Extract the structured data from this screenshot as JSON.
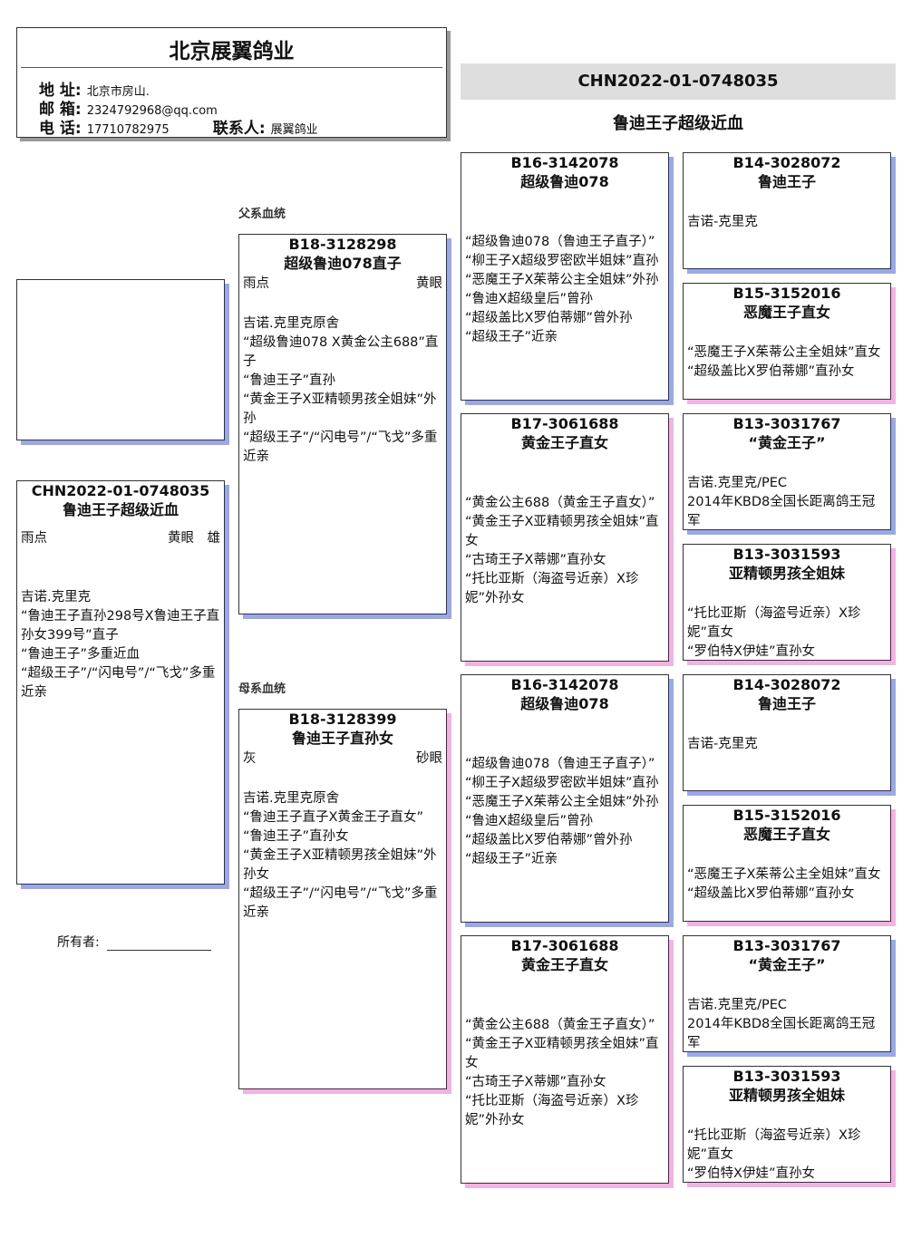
{
  "header": {
    "company": "北京展翼鸽业",
    "address_label": "地 址:",
    "address": "北京市房山.",
    "email_label": "邮 箱:",
    "email": "2324792968@qq.com",
    "phone_label": "电 话:",
    "phone": "17710782975",
    "contact_label": "联系人:",
    "contact": "展翼鸽业"
  },
  "pedigree_title": {
    "ring": "CHN2022-01-0748035",
    "name": "鲁迪王子超级近血"
  },
  "labels": {
    "sire_line": "父系血统",
    "dam_line": "母系血统",
    "owner": "所有者:"
  },
  "colors": {
    "male_shadow": "#9aa8e8",
    "female_shadow": "#f2b2e4"
  },
  "boxes": [
    {
      "key": "subject",
      "sex": "m",
      "id": "CHN2022-01-0748035",
      "name": "鲁迪王子超级近血",
      "attrs": [
        "雨点",
        "黄眼　雄"
      ],
      "notes": [
        "吉诺.克里克",
        "“鲁迪王子直孙298号X鲁迪王子直孙女399号”直子",
        "“鲁迪王子”多重近血",
        "“超级王子”/“闪电号”/“飞戈”多重近亲"
      ]
    },
    {
      "key": "sire",
      "sex": "m",
      "id": "B18-3128298",
      "name": "超级鲁迪078直子",
      "attrs": [
        "雨点",
        "黄眼"
      ],
      "notes": [
        "吉诺.克里克原舍",
        "“超级鲁迪078 X黄金公主688”直子",
        "“鲁迪王子”直孙",
        "“黄金王子X亚精顿男孩全姐妹”外孙",
        "“超级王子”/“闪电号”/“飞戈”多重近亲"
      ]
    },
    {
      "key": "dam",
      "sex": "f",
      "id": "B18-3128399",
      "name": "鲁迪王子直孙女",
      "attrs": [
        "灰",
        "砂眼"
      ],
      "notes": [
        "吉诺.克里克原舍",
        "“鲁迪王子直子X黄金王子直女”",
        "“鲁迪王子”直孙女",
        "“黄金王子X亚精顿男孩全姐妹”外孙女",
        "“超级王子”/“闪电号”/“飞戈”多重近亲"
      ]
    },
    {
      "key": "ss",
      "sex": "m",
      "id": "B16-3142078",
      "name": "超级鲁迪078",
      "notes": [
        "“超级鲁迪078（鲁迪王子直子）”",
        "“柳王子X超级罗密欧半姐妹”直孙",
        "“恶魔王子X茱蒂公主全姐妹”外孙",
        "“鲁迪X超级皇后”曾孙",
        "“超级盖比X罗伯蒂娜”曾外孙",
        "“超级王子”近亲"
      ]
    },
    {
      "key": "sd",
      "sex": "f",
      "id": "B17-3061688",
      "name": "黄金王子直女",
      "notes": [
        "“黄金公主688（黄金王子直女）”",
        "“黄金王子X亚精顿男孩全姐妹”直女",
        "“古琦王子X蒂娜”直孙女",
        "“托比亚斯（海盗号近亲）X珍妮”外孙女"
      ]
    },
    {
      "key": "ds",
      "sex": "m",
      "id": "B16-3142078",
      "name": "超级鲁迪078",
      "notes": [
        "“超级鲁迪078（鲁迪王子直子）”",
        "“柳王子X超级罗密欧半姐妹”直孙",
        "“恶魔王子X茱蒂公主全姐妹”外孙",
        "“鲁迪X超级皇后”曾孙",
        "“超级盖比X罗伯蒂娜”曾外孙",
        "“超级王子”近亲"
      ]
    },
    {
      "key": "dd",
      "sex": "f",
      "id": "B17-3061688",
      "name": "黄金王子直女",
      "notes": [
        "“黄金公主688（黄金王子直女）”",
        "“黄金王子X亚精顿男孩全姐妹”直女",
        "“古琦王子X蒂娜”直孙女",
        "“托比亚斯（海盗号近亲）X珍妮”外孙女"
      ]
    },
    {
      "key": "sss",
      "sex": "m",
      "id": "B14-3028072",
      "name": "鲁迪王子",
      "notes": [
        "吉诺-克里克"
      ]
    },
    {
      "key": "ssd",
      "sex": "f",
      "id": "B15-3152016",
      "name": "恶魔王子直女",
      "notes": [
        "“恶魔王子X茱蒂公主全姐妹”直女",
        "“超级盖比X罗伯蒂娜”直孙女"
      ]
    },
    {
      "key": "sds",
      "sex": "m",
      "id": "B13-3031767",
      "name": "“黄金王子”",
      "notes": [
        "吉诺.克里克/PEC",
        "2014年KBD8全国长距离鸽王冠军"
      ]
    },
    {
      "key": "sdd",
      "sex": "f",
      "id": "B13-3031593",
      "name": "亚精顿男孩全姐妹",
      "notes": [
        "“托比亚斯（海盗号近亲）X珍妮”直女",
        "“罗伯特X伊娃”直孙女"
      ]
    },
    {
      "key": "dss",
      "sex": "m",
      "id": "B14-3028072",
      "name": "鲁迪王子",
      "notes": [
        "吉诺-克里克"
      ]
    },
    {
      "key": "dsd",
      "sex": "f",
      "id": "B15-3152016",
      "name": "恶魔王子直女",
      "notes": [
        "“恶魔王子X茱蒂公主全姐妹”直女",
        "“超级盖比X罗伯蒂娜”直孙女"
      ]
    },
    {
      "key": "dds",
      "sex": "m",
      "id": "B13-3031767",
      "name": "“黄金王子”",
      "notes": [
        "吉诺.克里克/PEC",
        "2014年KBD8全国长距离鸽王冠军"
      ]
    },
    {
      "key": "ddd",
      "sex": "f",
      "id": "B13-3031593",
      "name": "亚精顿男孩全姐妹",
      "notes": [
        "“托比亚斯（海盗号近亲）X珍妮”直女",
        "“罗伯特X伊娃”直孙女"
      ]
    }
  ]
}
